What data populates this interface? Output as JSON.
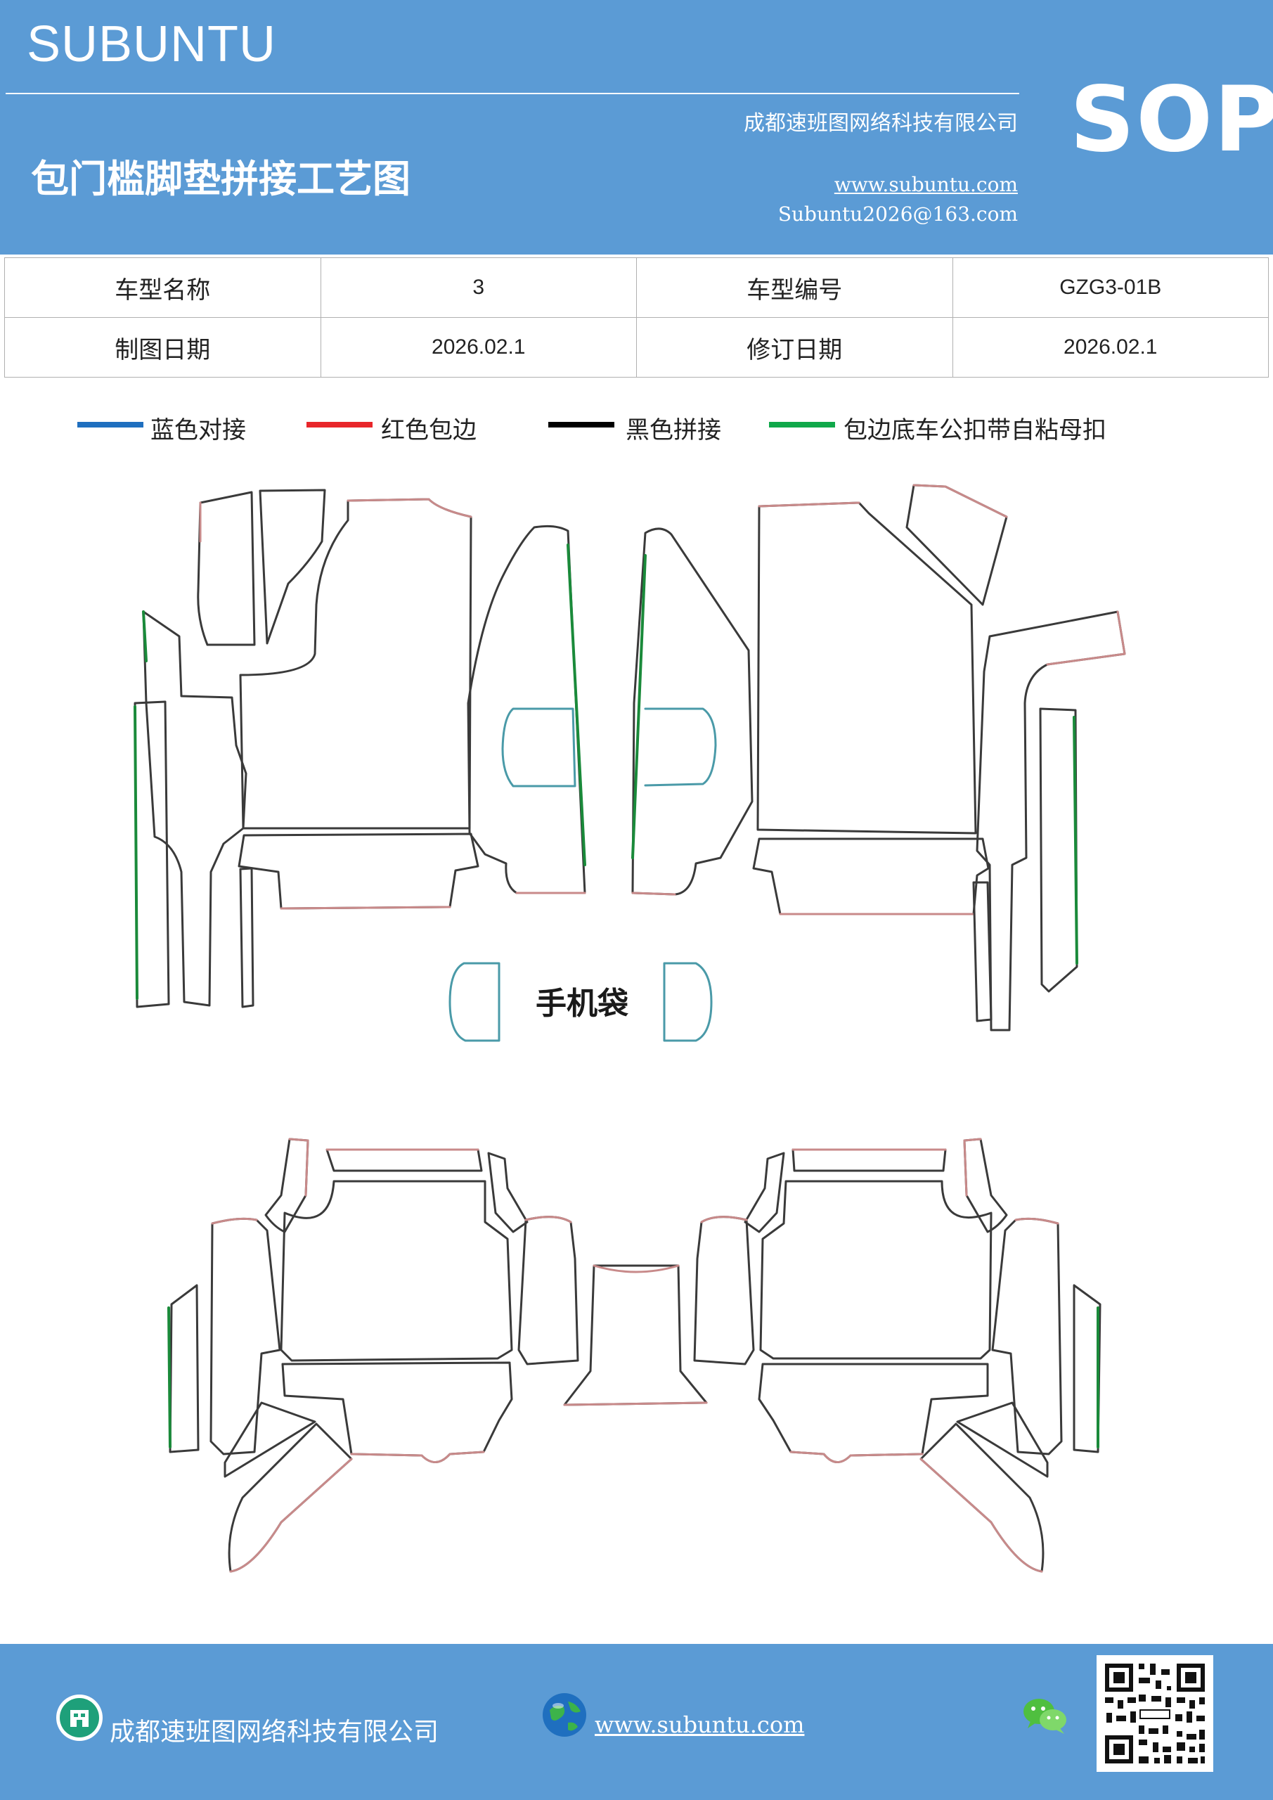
{
  "header": {
    "brand": "SUBUNTU",
    "company": "成都速班图网络科技有限公司",
    "title": "包门槛脚垫拼接工艺图",
    "url": "www.subuntu.com",
    "email": "Subuntu2026@163.com",
    "badge": "SOP"
  },
  "info": {
    "model_name_label": "车型名称",
    "model_name_value": "3",
    "model_code_label": "车型编号",
    "model_code_value": "GZG3-01B",
    "draw_date_label": "制图日期",
    "draw_date_value": "2026.02.1",
    "revise_date_label": "修订日期",
    "revise_date_value": "2026.02.1"
  },
  "legend": [
    {
      "label": "蓝色对接",
      "color": "#1f6fbf"
    },
    {
      "label": "红色包边",
      "color": "#e8262a"
    },
    {
      "label": "黑色拼接",
      "color": "#000000"
    },
    {
      "label": "包边底车公扣带自粘母扣",
      "color": "#10a84a"
    }
  ],
  "diagram": {
    "phone_pocket_label": "手机袋",
    "colors": {
      "outline": "#3a3a3a",
      "hem": "#c88a8a",
      "butt": "#4a9aa8",
      "hook": "#1a8a3a"
    }
  },
  "footer": {
    "company": "成都速班图网络科技有限公司",
    "url": "www.subuntu.com",
    "icons": [
      "company-icon",
      "globe-icon",
      "wechat-icon",
      "qr-code"
    ]
  },
  "colors": {
    "primary": "#5b9bd5"
  }
}
